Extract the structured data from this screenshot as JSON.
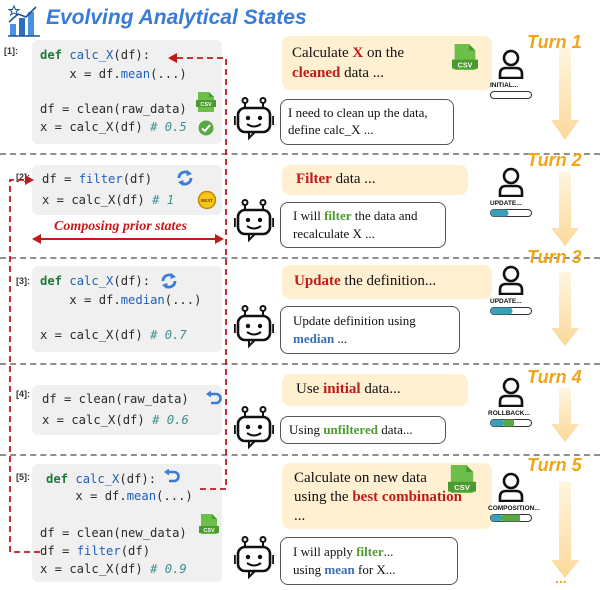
{
  "title": "Evolving Analytical States",
  "composing_label": "Composing prior states",
  "csv_label": "CSV",
  "best_label": "BEST",
  "ellipsis": "...",
  "states": [
    {
      "index": "[1]:",
      "lines": [
        {
          "kw": "def",
          "fn": "calc_X",
          "rest": "(df):"
        },
        {
          "text": "    x = df.",
          "fn": "mean",
          "rest": "(...)"
        },
        {
          "text": "df = clean(raw_data)"
        },
        {
          "text": "x = calc_X(df) ",
          "comment": "# 0.5"
        }
      ]
    },
    {
      "index": "[2]:",
      "lines": [
        {
          "text": "df = ",
          "fn": "filter",
          "rest": "(df)"
        },
        {
          "text": "x = calc_X(df) ",
          "comment": "# 1"
        }
      ]
    },
    {
      "index": "[3]:",
      "lines": [
        {
          "kw": "def",
          "fn": "calc_X",
          "rest": "(df):"
        },
        {
          "text": "    x = df.",
          "fn": "median",
          "rest": "(...)"
        },
        {
          "text": "x = calc_X(df) ",
          "comment": "# 0.7"
        }
      ]
    },
    {
      "index": "[4]:",
      "lines": [
        {
          "text": "df = clean(raw_data)"
        },
        {
          "text": "x = calc_X(df) ",
          "comment": "# 0.6"
        }
      ]
    },
    {
      "index": "[5]:",
      "lines": [
        {
          "kw": "def",
          "fn": "calc_X",
          "rest": "(df):"
        },
        {
          "text": "    x = df.",
          "fn": "mean",
          "rest": "(...)"
        },
        {
          "text": "df = clean(new_data)"
        },
        {
          "text": "df = ",
          "fn": "filter",
          "rest": "(df)"
        },
        {
          "text": "x = calc_X(df) ",
          "comment": "# 0.9"
        }
      ]
    }
  ],
  "turns": [
    {
      "label": "Turn 1",
      "status": "INITIAL...",
      "user": [
        {
          "t": "Calculate "
        },
        {
          "t": "X",
          "c": "red"
        },
        {
          "t": " on the "
        },
        {
          "t": "cleaned",
          "c": "red"
        },
        {
          "t": " data ..."
        }
      ],
      "bot": [
        {
          "t": "I need to clean up the data, define calc_X ..."
        }
      ]
    },
    {
      "label": "Turn 2",
      "status": "UPDATE...",
      "user": [
        {
          "t": "Filter",
          "c": "red"
        },
        {
          "t": " data ..."
        }
      ],
      "bot": [
        {
          "t": "I will "
        },
        {
          "t": "filter",
          "c": "green"
        },
        {
          "t": " the data and recalculate X ..."
        }
      ]
    },
    {
      "label": "Turn 3",
      "status": "UPDATE...",
      "user": [
        {
          "t": "Update",
          "c": "red"
        },
        {
          "t": " the definition..."
        }
      ],
      "bot": [
        {
          "t": "Update definition using "
        },
        {
          "t": "median",
          "c": "blue"
        },
        {
          "t": " ..."
        }
      ]
    },
    {
      "label": "Turn 4",
      "status": "ROLLBACK...",
      "user": [
        {
          "t": "Use "
        },
        {
          "t": "initial",
          "c": "red"
        },
        {
          "t": " data..."
        }
      ],
      "bot": [
        {
          "t": "Using "
        },
        {
          "t": "unfiltered",
          "c": "green"
        },
        {
          "t": " data..."
        }
      ]
    },
    {
      "label": "Turn 5",
      "status": "COMPOSITION...",
      "user": [
        {
          "t": "Calculate on  new data  using the "
        },
        {
          "t": "best combination",
          "c": "red"
        },
        {
          "t": " ..."
        }
      ],
      "bot": [
        {
          "t": "I will apply "
        },
        {
          "t": "filter",
          "c": "green"
        },
        {
          "t": "... using "
        },
        {
          "t": "mean",
          "c": "blue"
        },
        {
          "t": " for X..."
        }
      ]
    }
  ]
}
